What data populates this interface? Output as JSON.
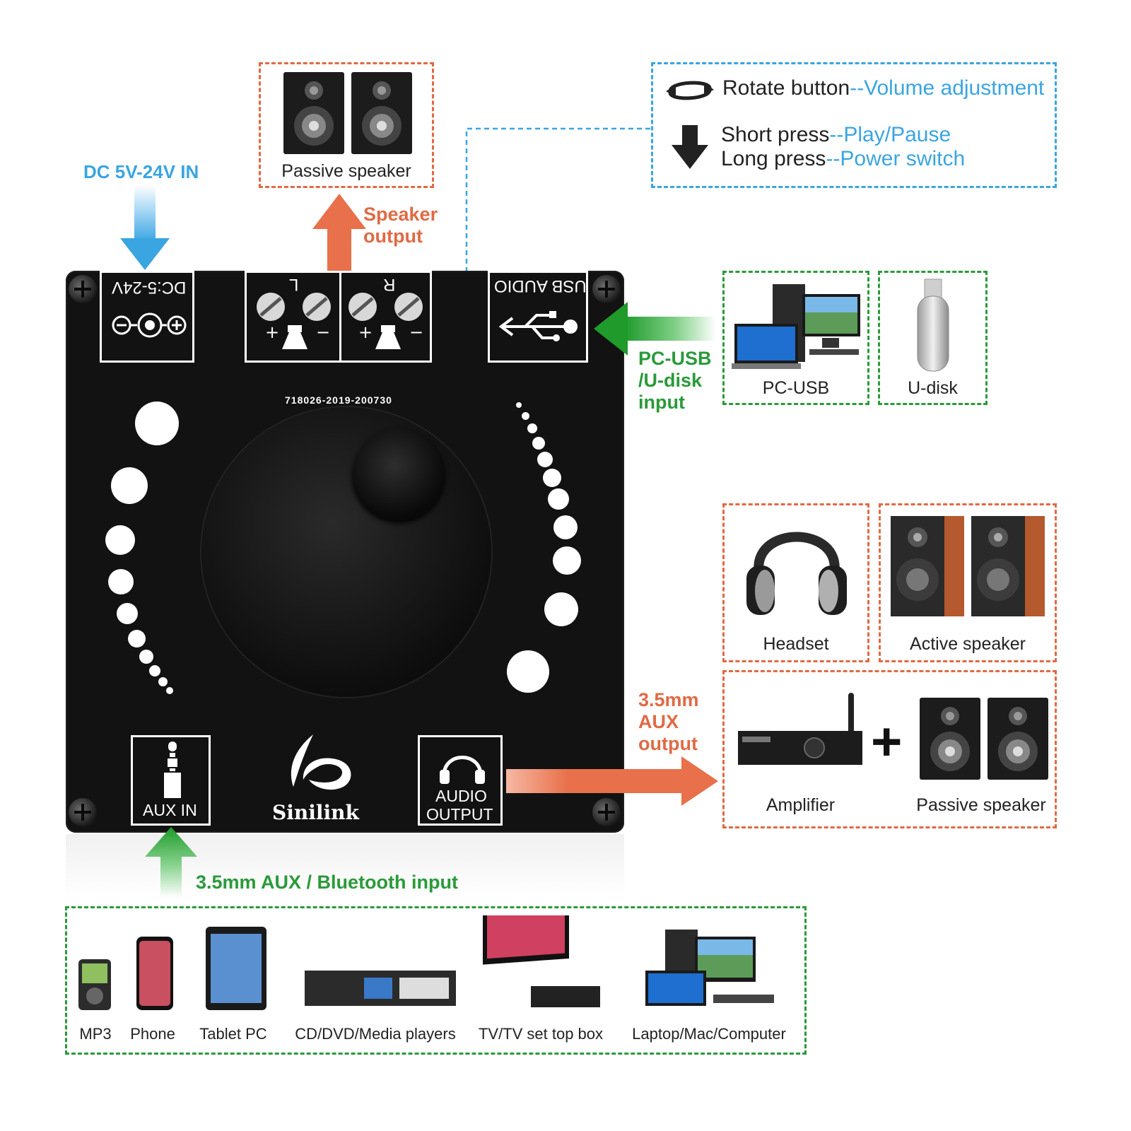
{
  "power_input": {
    "label": "DC 5V-24V IN"
  },
  "speaker_output": {
    "label_line1": "Speaker",
    "label_line2": "output",
    "device": "Passive speaker"
  },
  "controls": {
    "rotate_prefix": "Rotate button",
    "rotate_action": "--Volume adjustment",
    "short_prefix": "Short press",
    "short_action": "--Play/Pause",
    "long_prefix": "Long press",
    "long_action": "--Power switch"
  },
  "board": {
    "dc_label": "DC:5-24V",
    "lr_left": "L",
    "lr_right": "R",
    "usb_label": "USB AUDIO",
    "serial": "718026-2019-200730",
    "aux_in_label": "AUX IN",
    "audio_output_line1": "AUDIO",
    "audio_output_line2": "OUTPUT",
    "brand": "Sinilink"
  },
  "usb_input": {
    "label_line1": "PC-USB",
    "label_line2": "/U-disk",
    "label_line3": "input",
    "devices": [
      "PC-USB",
      "U-disk"
    ]
  },
  "aux_output": {
    "label_line1": "3.5mm",
    "label_line2": "AUX",
    "label_line3": "output",
    "devices_top": [
      "Headset",
      "Active speaker"
    ],
    "devices_bottom": [
      "Amplifier",
      "Passive speaker"
    ],
    "plus": "+"
  },
  "aux_input": {
    "label": "3.5mm AUX / Bluetooth input",
    "sources": [
      "MP3",
      "Phone",
      "Tablet PC",
      "CD/DVD/Media players",
      "TV/TV set top box",
      "Laptop/Mac/Computer"
    ]
  },
  "colors": {
    "orange": "#e06a45",
    "green": "#2a9a3a",
    "blue": "#3aa5e0",
    "board": "#121212"
  }
}
